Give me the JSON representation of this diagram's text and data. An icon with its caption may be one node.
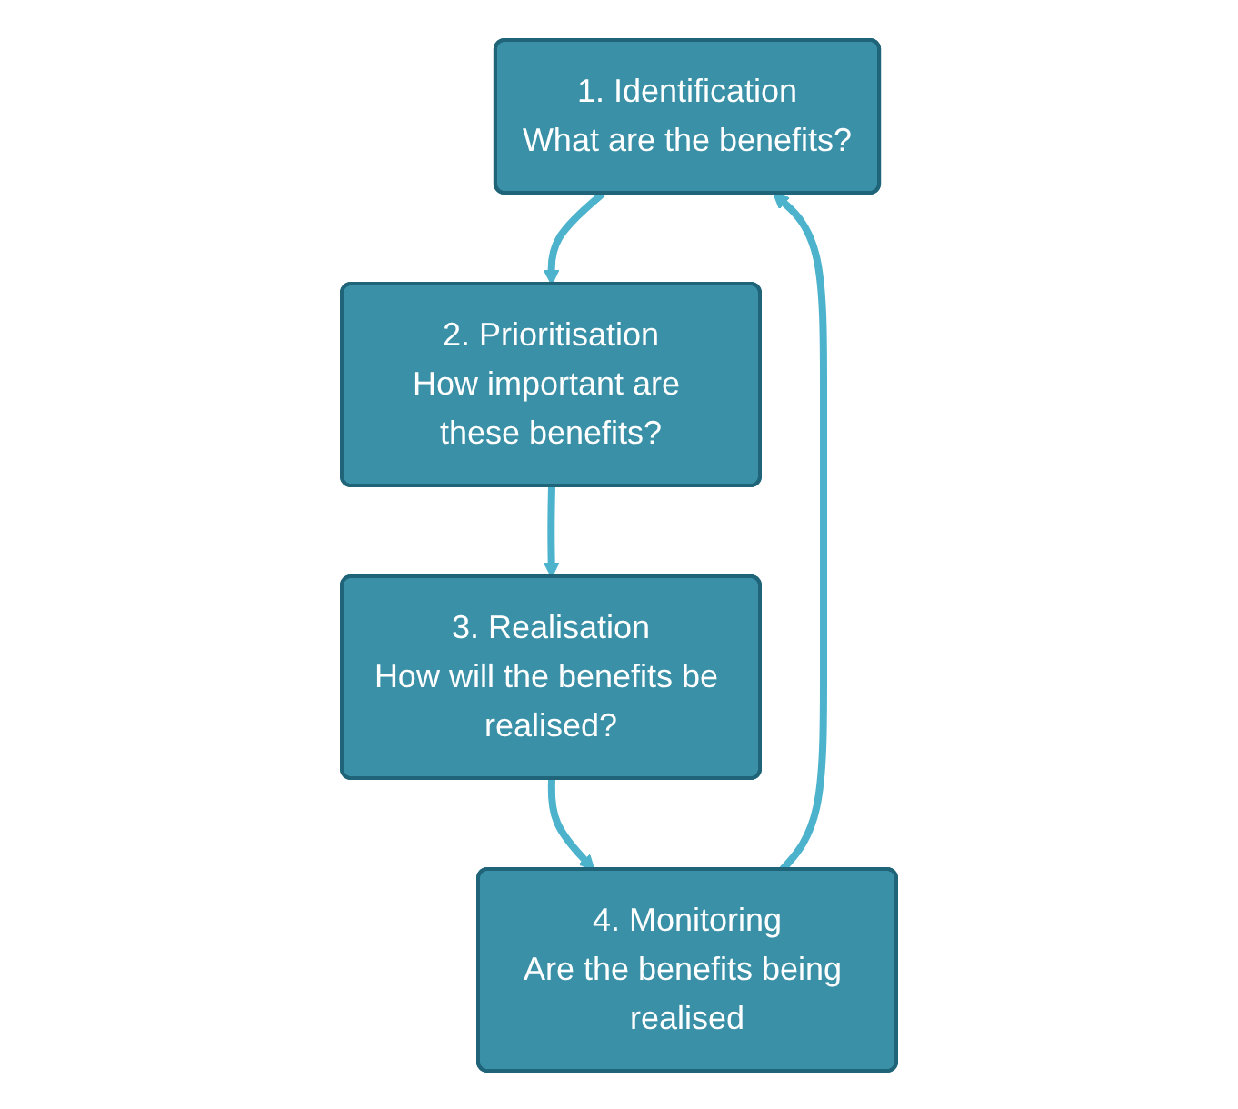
{
  "diagram": {
    "nodes": [
      {
        "text": [
          "1. Identification",
          "What are the benefits?"
        ]
      },
      {
        "text": [
          "2. Prioritisation",
          "How important are these benefits?"
        ]
      },
      {
        "text": [
          "3. Realisation",
          "How will the benefits be realised?"
        ]
      },
      {
        "text": [
          "4. Monitoring",
          "Are the benefits being realised"
        ]
      }
    ],
    "edges": [
      {
        "from": 0,
        "to": 1,
        "arrow": "to"
      },
      {
        "from": 1,
        "to": 2,
        "arrow": "to"
      },
      {
        "from": 2,
        "to": 3,
        "arrow": "to"
      },
      {
        "from": 3,
        "to": 0,
        "arrow": "to"
      }
    ]
  }
}
